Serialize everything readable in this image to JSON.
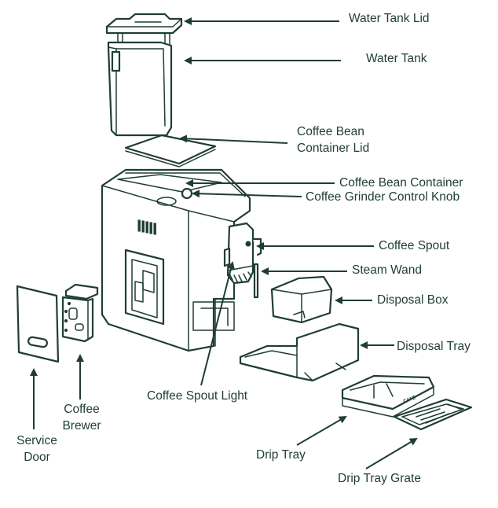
{
  "colors": {
    "line": "#1f3d36",
    "background": "#ffffff"
  },
  "labels": {
    "water_tank_lid": "Water Tank Lid",
    "water_tank": "Water Tank",
    "coffee_bean_container_lid": [
      "Coffee Bean",
      "Container Lid"
    ],
    "coffee_bean_container": "Coffee Bean Container",
    "coffee_grinder_control_knob": "Coffee Grinder Control Knob",
    "coffee_spout": "Coffee Spout",
    "steam_wand": "Steam Wand",
    "disposal_box": "Disposal Box",
    "disposal_tray": "Disposal Tray",
    "coffee_spout_light": "Coffee Spout Light",
    "coffee_brewer": [
      "Coffee",
      "Brewer"
    ],
    "service_door": [
      "Service",
      "Door"
    ],
    "drip_tray": "Drip Tray",
    "drip_tray_grate": "Drip Tray Grate"
  },
  "drip_tray_brand": "CAFÉ"
}
